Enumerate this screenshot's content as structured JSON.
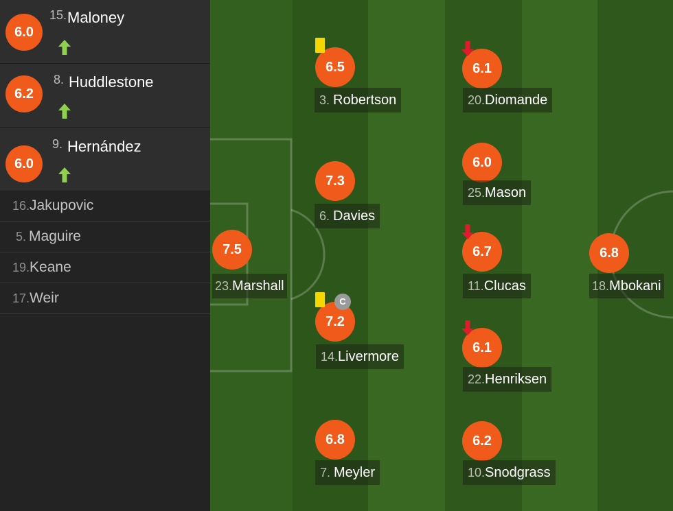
{
  "substitutes_in": [
    {
      "number": "15.",
      "name": "Maloney",
      "rating": "6.0"
    },
    {
      "number": "8.",
      "name": "Huddlestone",
      "rating": "6.2"
    },
    {
      "number": "9.",
      "name": "Hernández",
      "rating": "6.0"
    }
  ],
  "bench": [
    {
      "number": "16.",
      "name": "Jakupovic"
    },
    {
      "number": "5.",
      "name": "Maguire"
    },
    {
      "number": "19.",
      "name": "Keane"
    },
    {
      "number": "17.",
      "name": "Weir"
    }
  ],
  "players": [
    {
      "number": "23.",
      "name": "Marshall",
      "rating": "7.5"
    },
    {
      "number": "3.",
      "name": "Robertson",
      "rating": "6.5",
      "yellow_card": true
    },
    {
      "number": "6.",
      "name": "Davies",
      "rating": "7.3"
    },
    {
      "number": "14.",
      "name": "Livermore",
      "rating": "7.2",
      "yellow_card": true,
      "captain_badge": "C"
    },
    {
      "number": "7.",
      "name": "Meyler",
      "rating": "6.8"
    },
    {
      "number": "20.",
      "name": "Diomande",
      "rating": "6.1",
      "subbed_off": true
    },
    {
      "number": "25.",
      "name": "Mason",
      "rating": "6.0"
    },
    {
      "number": "11.",
      "name": "Clucas",
      "rating": "6.7",
      "subbed_off": true
    },
    {
      "number": "22.",
      "name": "Henriksen",
      "rating": "6.1",
      "subbed_off": true
    },
    {
      "number": "10.",
      "name": "Snodgrass",
      "rating": "6.2"
    },
    {
      "number": "18.",
      "name": "Mbokani",
      "rating": "6.8"
    }
  ],
  "colors": {
    "rating_bg": "#f05a1a",
    "sub_on_arrow": "#8fd14f",
    "sub_off_arrow": "#e01b2c",
    "yellow_card": "#f6d800",
    "pitch_dark": "#2f5a1c",
    "pitch_light": "#3a6a24"
  },
  "icons": {
    "sub_on": "arrow-up-icon",
    "sub_off": "arrow-down-icon",
    "card": "yellow-card-icon",
    "captain": "captain-icon"
  }
}
